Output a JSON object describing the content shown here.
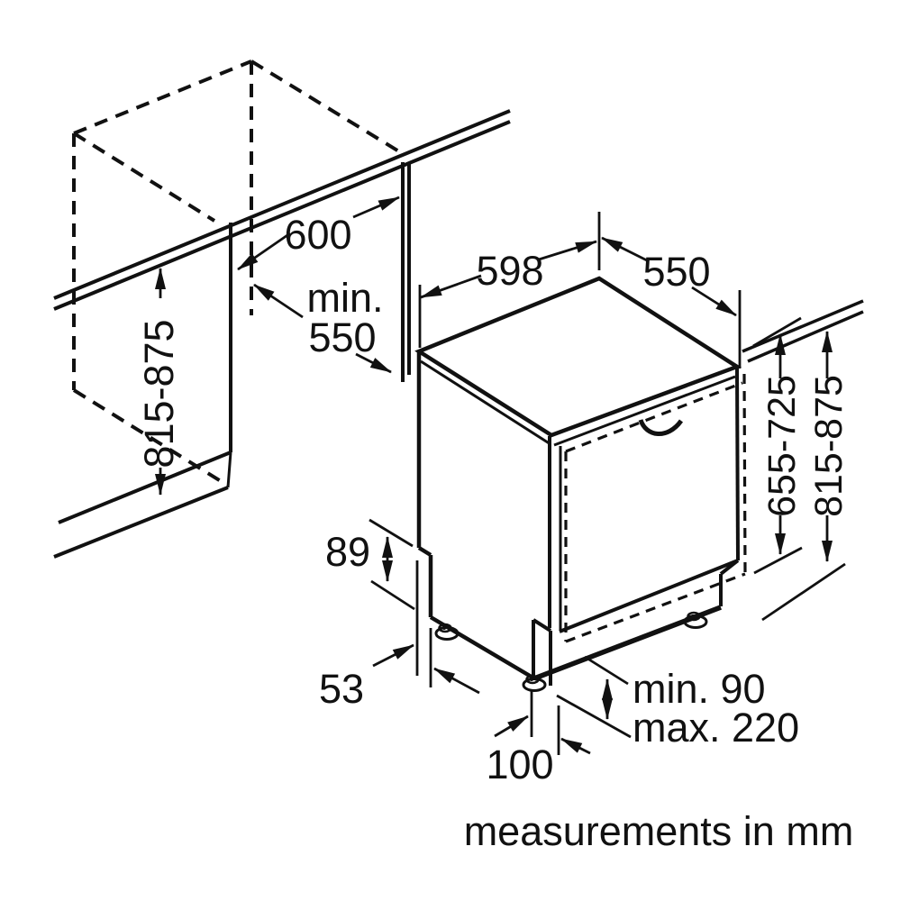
{
  "page": {
    "background": "#ffffff",
    "ink": "#111111",
    "footer_note": "measurements in mm"
  },
  "niche": {
    "width": "600",
    "min_depth_prefix": "min.",
    "min_depth_value": "550",
    "height_range": "815-875"
  },
  "appliance": {
    "width": "598",
    "depth": "550",
    "body_height_range": "655-725",
    "overall_height_range": "815-875",
    "base_height": "89",
    "side_clearance": "53",
    "foot_setback": "100",
    "plinth_min": "min. 90",
    "plinth_max": "max. 220"
  }
}
